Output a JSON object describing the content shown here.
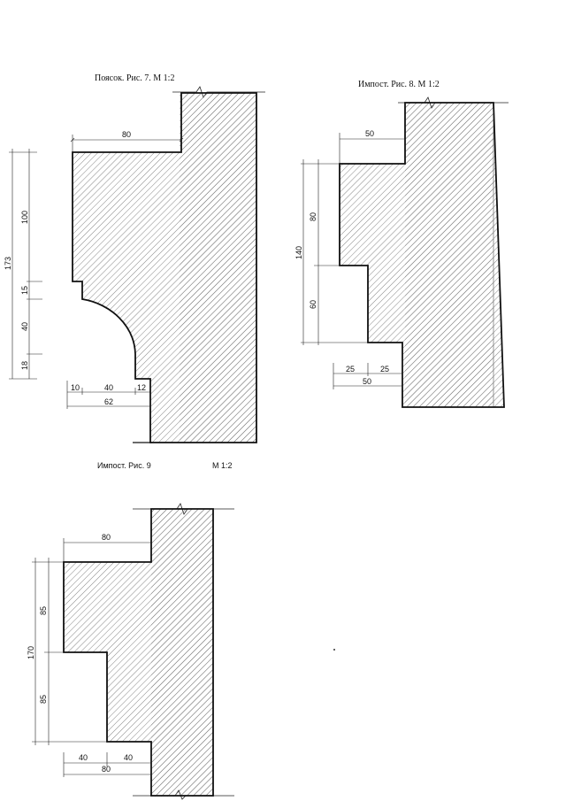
{
  "fig7": {
    "caption": "Поясок. Рис. 7. М 1:2",
    "dims": {
      "top_width": "80",
      "total_height": "173",
      "h_100": "100",
      "h_15": "15",
      "h_40": "40",
      "h_18": "18",
      "w_10": "10",
      "w_40": "40",
      "w_12": "12",
      "w_62": "62"
    }
  },
  "fig8": {
    "caption": "Импост. Рис. 8. М 1:2",
    "dims": {
      "top_width": "50",
      "total_height": "140",
      "h_80": "80",
      "h_60": "60",
      "w_25a": "25",
      "w_25b": "25",
      "w_50": "50"
    }
  },
  "fig9": {
    "caption": "Импост. Рис. 9",
    "scale": "М 1:2",
    "dims": {
      "top_width": "80",
      "total_height": "170",
      "h_85a": "85",
      "h_85b": "85",
      "w_40a": "40",
      "w_40b": "40",
      "w_80": "80"
    }
  }
}
